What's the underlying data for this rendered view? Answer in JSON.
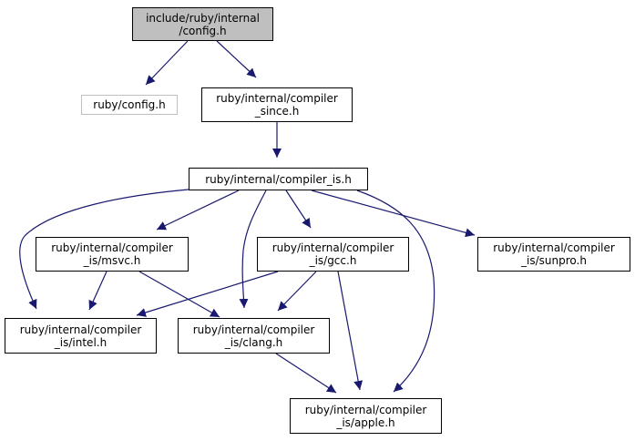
{
  "colors": {
    "edge": "#191970",
    "root_fill": "#bfbfbf",
    "external_border": "#bfbfbf",
    "node_border": "#000000"
  },
  "nodes": {
    "config_internal": {
      "line1": "include/ruby/internal",
      "line2": "/config.h"
    },
    "config": {
      "line1": "ruby/config.h"
    },
    "compiler_since": {
      "line1": "ruby/internal/compiler",
      "line2": "_since.h"
    },
    "compiler_is": {
      "line1": "ruby/internal/compiler_is.h"
    },
    "msvc": {
      "line1": "ruby/internal/compiler",
      "line2": "_is/msvc.h"
    },
    "gcc": {
      "line1": "ruby/internal/compiler",
      "line2": "_is/gcc.h"
    },
    "sunpro": {
      "line1": "ruby/internal/compiler",
      "line2": "_is/sunpro.h"
    },
    "intel": {
      "line1": "ruby/internal/compiler",
      "line2": "_is/intel.h"
    },
    "clang": {
      "line1": "ruby/internal/compiler",
      "line2": "_is/clang.h"
    },
    "apple": {
      "line1": "ruby/internal/compiler",
      "line2": "_is/apple.h"
    }
  },
  "edges": [
    [
      "config_internal",
      "config"
    ],
    [
      "config_internal",
      "compiler_since"
    ],
    [
      "compiler_since",
      "compiler_is"
    ],
    [
      "compiler_is",
      "intel"
    ],
    [
      "compiler_is",
      "msvc"
    ],
    [
      "compiler_is",
      "clang"
    ],
    [
      "compiler_is",
      "gcc"
    ],
    [
      "compiler_is",
      "sunpro"
    ],
    [
      "compiler_is",
      "apple"
    ],
    [
      "msvc",
      "intel"
    ],
    [
      "msvc",
      "clang"
    ],
    [
      "gcc",
      "intel"
    ],
    [
      "gcc",
      "clang"
    ],
    [
      "gcc",
      "apple"
    ],
    [
      "clang",
      "apple"
    ]
  ]
}
